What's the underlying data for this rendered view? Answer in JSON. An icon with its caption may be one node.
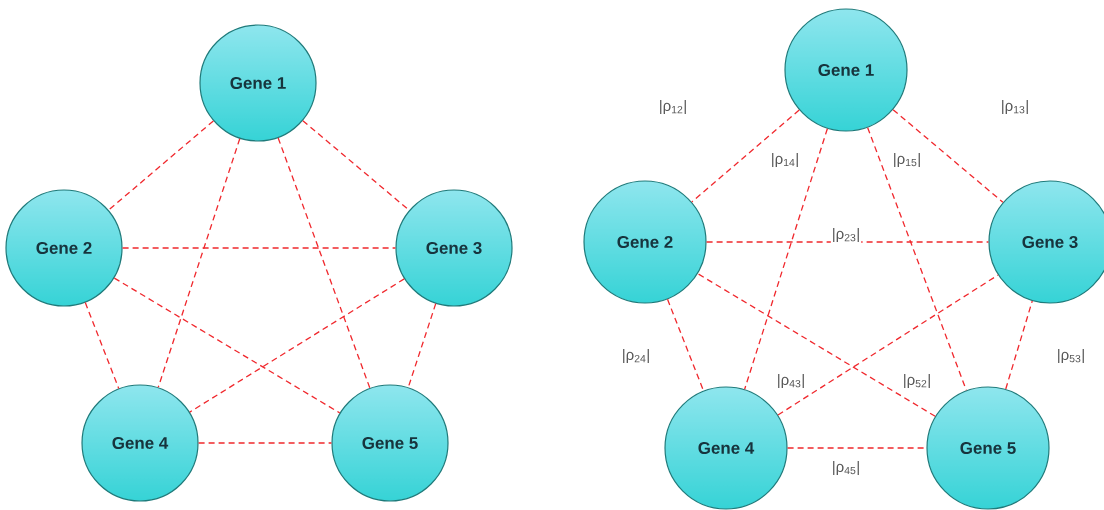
{
  "diagram": {
    "nodes": [
      {
        "text": [
          "Gene 1"
        ]
      },
      {
        "text": [
          "Gene 2"
        ]
      },
      {
        "text": [
          "Gene 3"
        ]
      },
      {
        "text": [
          "Gene 4"
        ]
      },
      {
        "text": [
          "Gene 5"
        ]
      },
      {
        "text": [
          "Gene 1"
        ]
      },
      {
        "text": [
          "Gene 2"
        ]
      },
      {
        "text": [
          "Gene 3"
        ]
      },
      {
        "text": [
          "Gene 4"
        ]
      },
      {
        "text": [
          "Gene 5"
        ]
      }
    ],
    "edges": [
      {
        "from": 0,
        "to": 1,
        "arrow": "none",
        "style": "dashed"
      },
      {
        "from": 0,
        "to": 2,
        "arrow": "none",
        "style": "dashed"
      },
      {
        "from": 0,
        "to": 3,
        "arrow": "none",
        "style": "dashed"
      },
      {
        "from": 0,
        "to": 4,
        "arrow": "none",
        "style": "dashed"
      },
      {
        "from": 1,
        "to": 2,
        "arrow": "none",
        "style": "dashed"
      },
      {
        "from": 1,
        "to": 3,
        "arrow": "none",
        "style": "dashed"
      },
      {
        "from": 1,
        "to": 4,
        "arrow": "none",
        "style": "dashed"
      },
      {
        "from": 2,
        "to": 3,
        "arrow": "none",
        "style": "dashed"
      },
      {
        "from": 2,
        "to": 4,
        "arrow": "none",
        "style": "dashed"
      },
      {
        "from": 3,
        "to": 4,
        "arrow": "none",
        "style": "dashed"
      },
      {
        "from": 5,
        "to": 6,
        "arrow": "none",
        "style": "dashed",
        "label": "|ρ$_{12}$|"
      },
      {
        "from": 5,
        "to": 7,
        "arrow": "none",
        "style": "dashed",
        "label": "|ρ$_{13}$|"
      },
      {
        "from": 5,
        "to": 8,
        "arrow": "none",
        "style": "dashed",
        "label": "|ρ$_{14}$|"
      },
      {
        "from": 5,
        "to": 9,
        "arrow": "none",
        "style": "dashed",
        "label": "|ρ$_{15}$|"
      },
      {
        "from": 6,
        "to": 7,
        "arrow": "none",
        "style": "dashed",
        "label": "|ρ$_{23}$|"
      },
      {
        "from": 6,
        "to": 8,
        "arrow": "none",
        "style": "dashed",
        "label": "|ρ$_{24}$|"
      },
      {
        "from": 8,
        "to": 7,
        "arrow": "none",
        "style": "dashed",
        "label": "|ρ$_{43}$|"
      },
      {
        "from": 9,
        "to": 6,
        "arrow": "none",
        "style": "dashed",
        "label": "|ρ$_{52}$|"
      },
      {
        "from": 9,
        "to": 7,
        "arrow": "none",
        "style": "dashed",
        "label": "|ρ$_{53}$|"
      },
      {
        "from": 8,
        "to": 9,
        "arrow": "none",
        "style": "dashed",
        "label": "|ρ$_{45}$|"
      }
    ]
  }
}
